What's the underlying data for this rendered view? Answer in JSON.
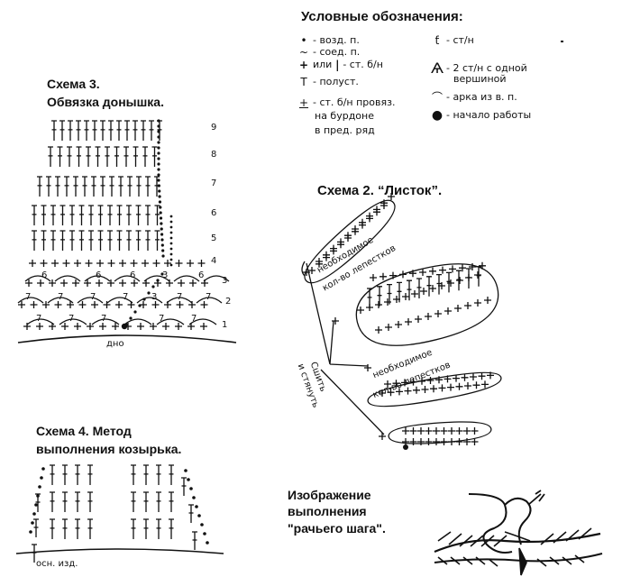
{
  "legend": {
    "title": "Условные обозначения:",
    "items": [
      {
        "icon": "dot-icon",
        "label": "- возд. п."
      },
      {
        "icon": "tilde-icon",
        "label": "- соед. п."
      },
      {
        "icon": "cross-icon",
        "label": "или",
        "label2": "- ст. б/н"
      },
      {
        "icon": "t-icon",
        "label": "- полуст."
      },
      {
        "icon": "underlined-cross-icon",
        "label": "- ст. б/н провяз.",
        "label2": "на бурдоне",
        "label3": "в пред. ряд"
      },
      {
        "icon": "treble-icon",
        "label": "- ст/н"
      },
      {
        "icon": "cluster-icon",
        "label": "- 2 ст/н с одной",
        "label2": "вершиной"
      },
      {
        "icon": "arc-icon",
        "label": "- арка из в. п."
      },
      {
        "icon": "big-dot-icon",
        "label": "- начало работы"
      }
    ]
  },
  "scheme3": {
    "title": "Схема 3.",
    "subtitle": "Обвязка донышка.",
    "rows": [
      "9",
      "8",
      "7",
      "6",
      "5",
      "4",
      "3",
      "2",
      "1"
    ],
    "arc_counts": {
      "row3": "6",
      "row2": "7",
      "row1": "7",
      "row2_right": "3",
      "row3_right": "3"
    },
    "base_label": "дно"
  },
  "scheme2": {
    "title": "Схема 2. “Листок”.",
    "note1": "необходимое",
    "note1b": "кол-во лепестков",
    "note2": "необходимое",
    "note2b": "кол-во лепестков",
    "sew": "Сшить",
    "sew2": "и стянуть"
  },
  "scheme4": {
    "title": "Схема 4. Метод",
    "subtitle": "выполнения козырька.",
    "base_label": "осн. изд."
  },
  "crab": {
    "line1": "Изображение",
    "line2": "выполнения",
    "line3": "\"рачьего шага\"."
  }
}
